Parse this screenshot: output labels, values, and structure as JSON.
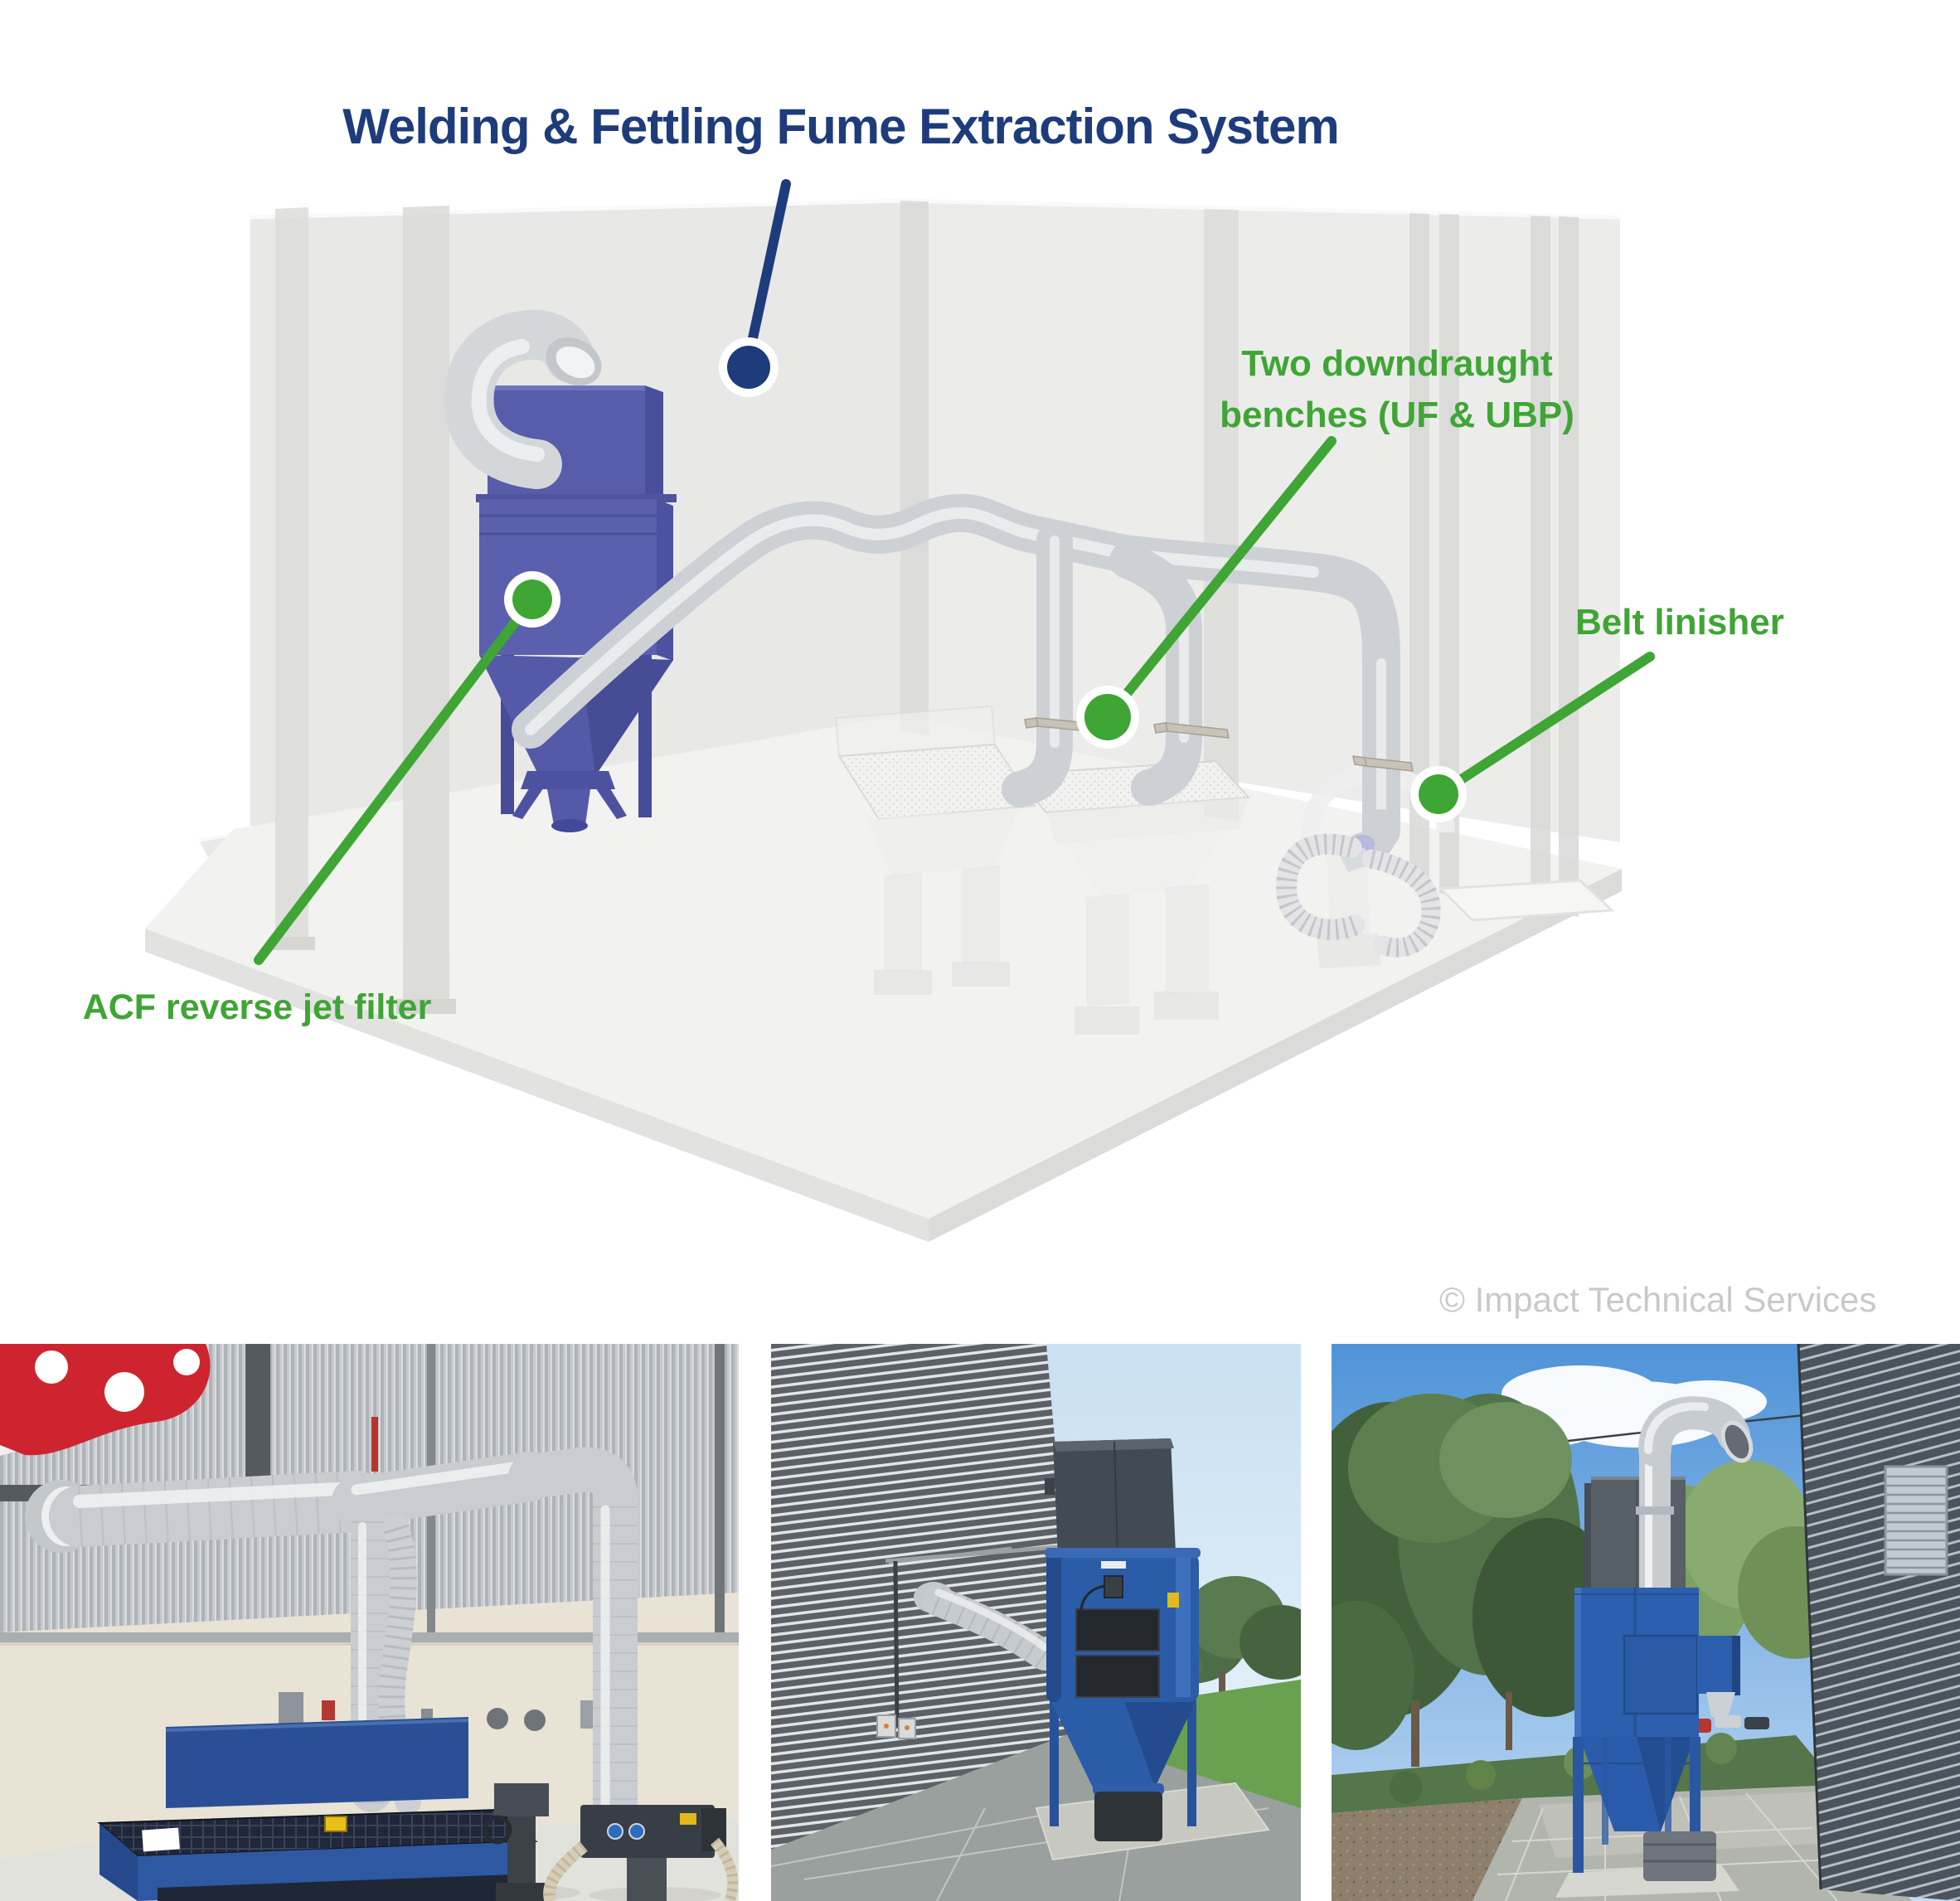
{
  "title": {
    "text": "Welding & Fettling Fume Extraction System",
    "color": "#1e3c7b"
  },
  "callouts": {
    "system": {
      "dot_color": "#1e3c7b"
    },
    "acf": {
      "label": "ACF reverse jet filter",
      "dot_color": "#3fa535"
    },
    "benches": {
      "lines": [
        "Two downdraught",
        "benches (UF & UBP)"
      ],
      "dot_color": "#3fa535"
    },
    "belt": {
      "label": "Belt linisher",
      "dot_color": "#3fa535"
    }
  },
  "credit": {
    "text": "© Impact Technical Services",
    "color": "#c9c9c9"
  },
  "colors": {
    "accent_blue": "#1e3c7b",
    "accent_green": "#3fa535",
    "filter_unit_purple": "#575cab",
    "duct_silver": "#cdd1d5",
    "wall_grey": "#e8e8e7",
    "floor_grey": "#f2f2f1",
    "collector_blue": "#2c5fae",
    "credit_grey": "#c9c9c9"
  },
  "photos": [
    {
      "id": "workshop-interior-downdraught-bench"
    },
    {
      "id": "outdoor-collector-beside-clad-wall"
    },
    {
      "id": "outdoor-collector-on-paved-path"
    }
  ]
}
